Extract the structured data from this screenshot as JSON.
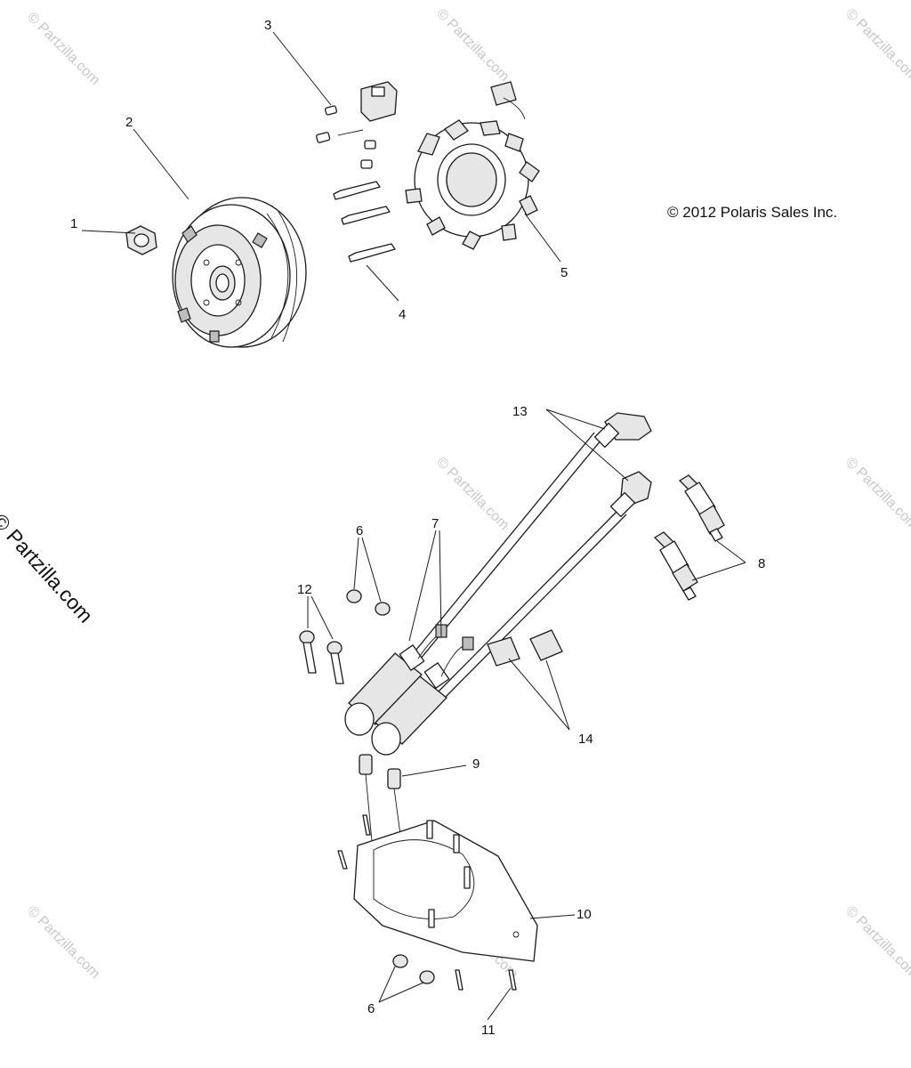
{
  "copyright": "© 2012 Polaris Sales Inc.",
  "side_watermark": "© Partzilla.com",
  "background_watermark": "© Partzilla.com",
  "callouts": {
    "c1": "1",
    "c2": "2",
    "c3": "3",
    "c4": "4",
    "c5": "5",
    "c6a": "6",
    "c6b": "6",
    "c7": "7",
    "c8": "8",
    "c9": "9",
    "c10": "10",
    "c11": "11",
    "c12": "12",
    "c13": "13",
    "c14": "14"
  }
}
